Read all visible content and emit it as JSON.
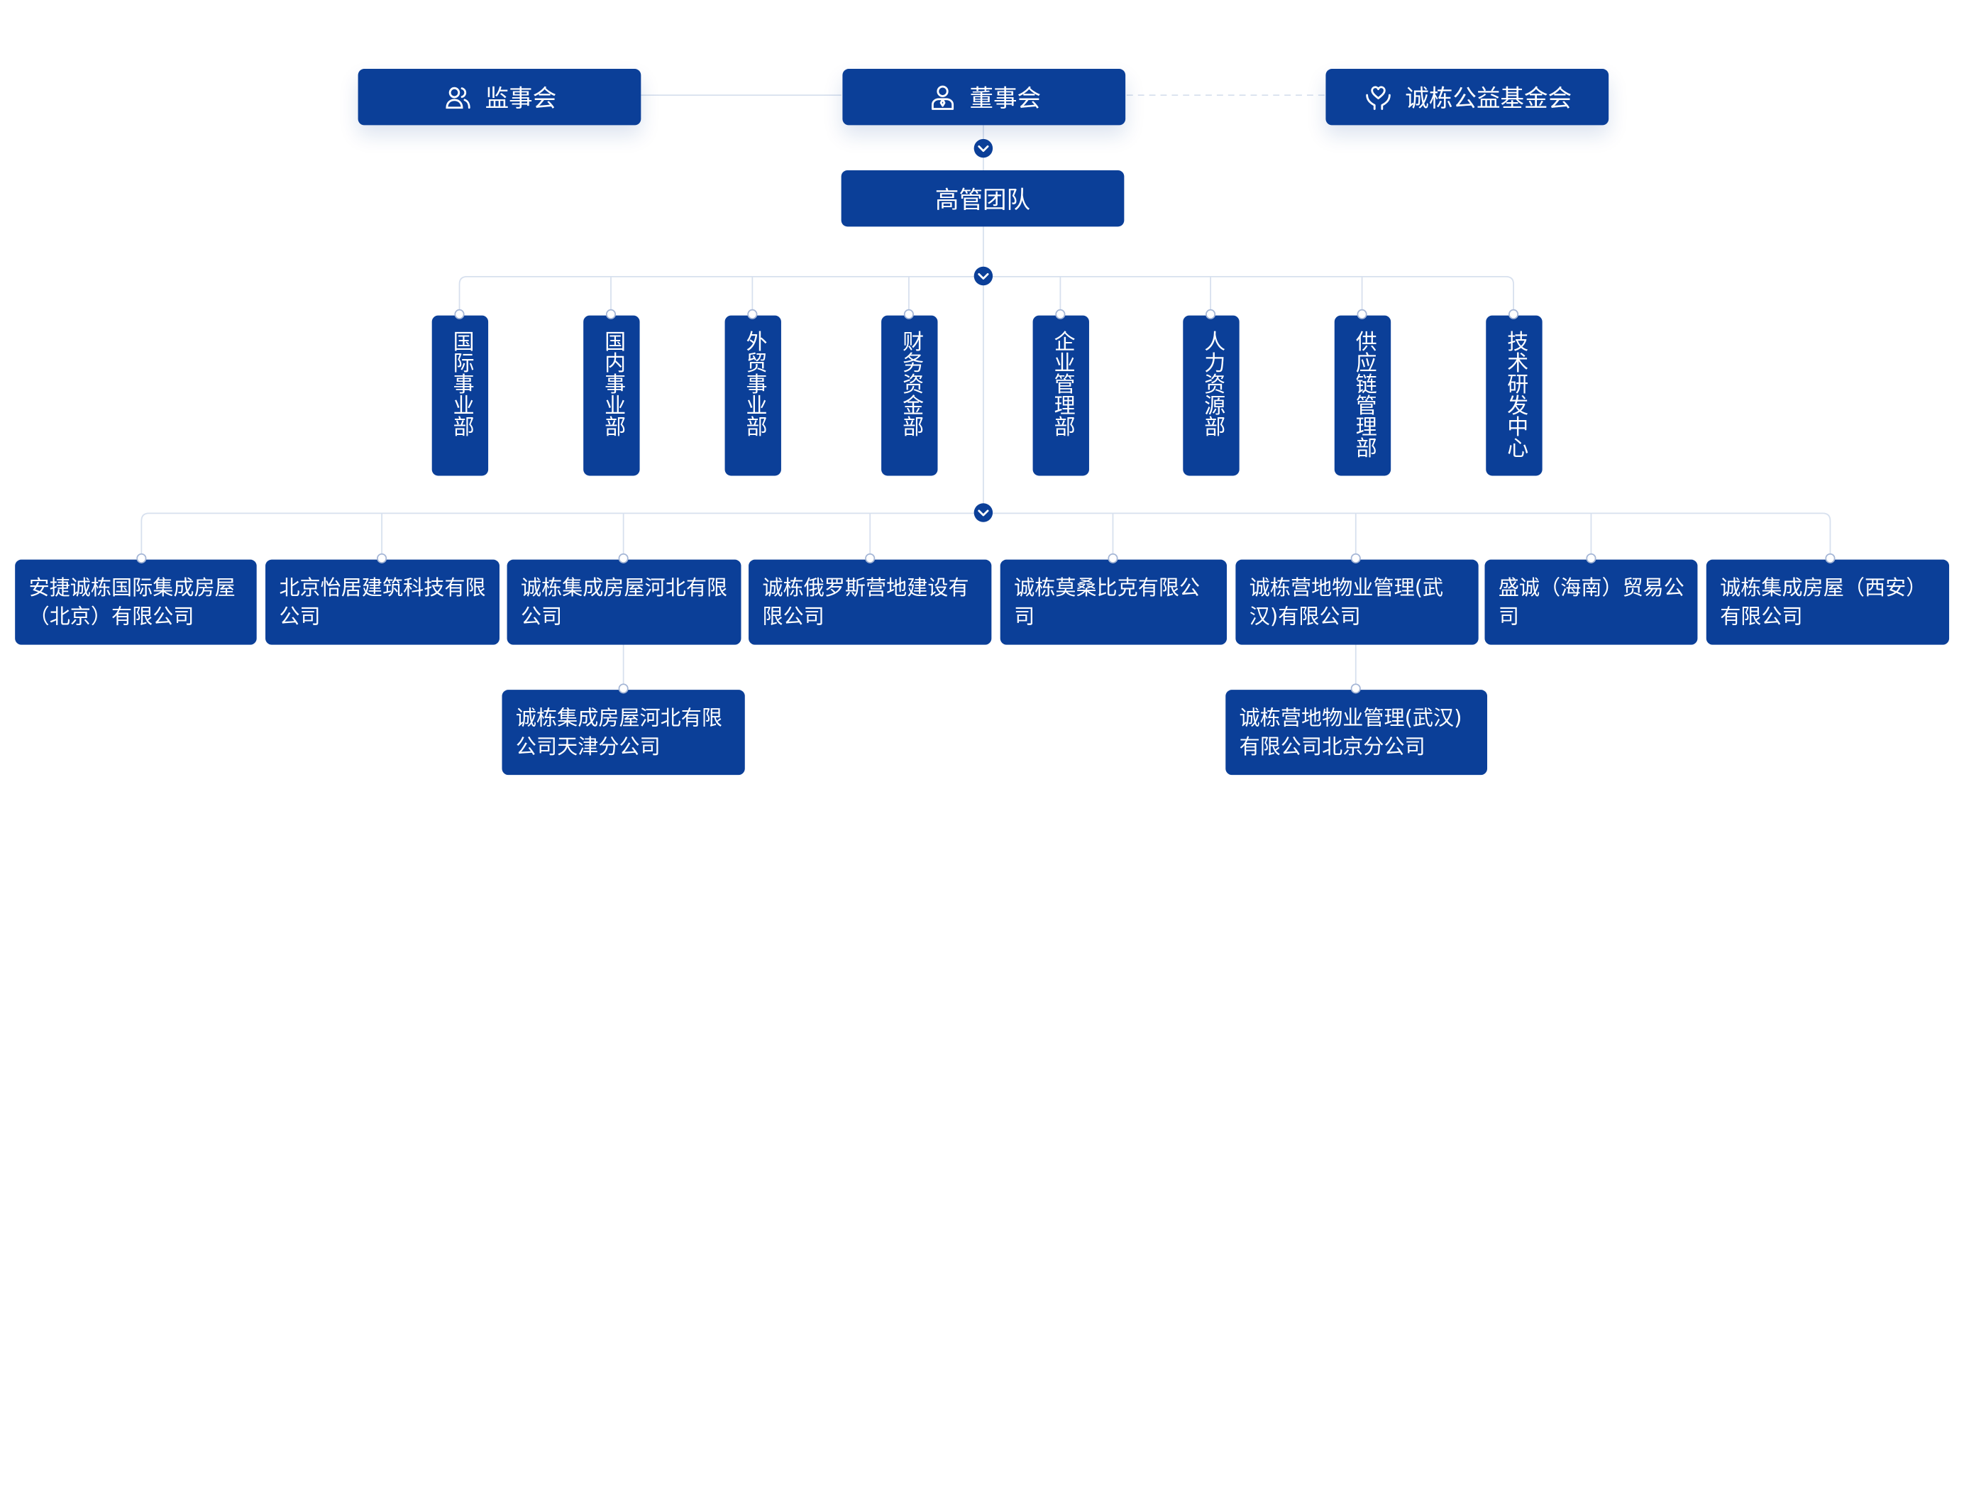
{
  "colors": {
    "box": "#0b3f98",
    "line": "#d7e0ee",
    "text": "#ffffff"
  },
  "top_row": {
    "supervisory_board": {
      "label": "监事会",
      "icon": "users-icon"
    },
    "board_of_directors": {
      "label": "董事会",
      "icon": "director-icon"
    },
    "foundation": {
      "label": "诚栋公益基金会",
      "icon": "heart-hands-icon"
    }
  },
  "management": {
    "label": "高管团队"
  },
  "departments": [
    "国际事业部",
    "国内事业部",
    "外贸事业部",
    "财务资金部",
    "企业管理部",
    "人力资源部",
    "供应链管理部",
    "技术研发中心"
  ],
  "companies": [
    "安捷诚栋国际集成房屋（北京）有限公司",
    "北京怡居建筑科技有限公司",
    "诚栋集成房屋河北有限公司",
    "诚栋俄罗斯营地建设有限公司",
    "诚栋莫桑比克有限公司",
    "诚栋营地物业管理(武汉)有限公司",
    "盛诚（海南）贸易公司",
    "诚栋集成房屋（西安）有限公司"
  ],
  "branches": [
    "诚栋集成房屋河北有限公司天津分公司",
    "诚栋营地物业管理(武汉)有限公司北京分公司"
  ]
}
